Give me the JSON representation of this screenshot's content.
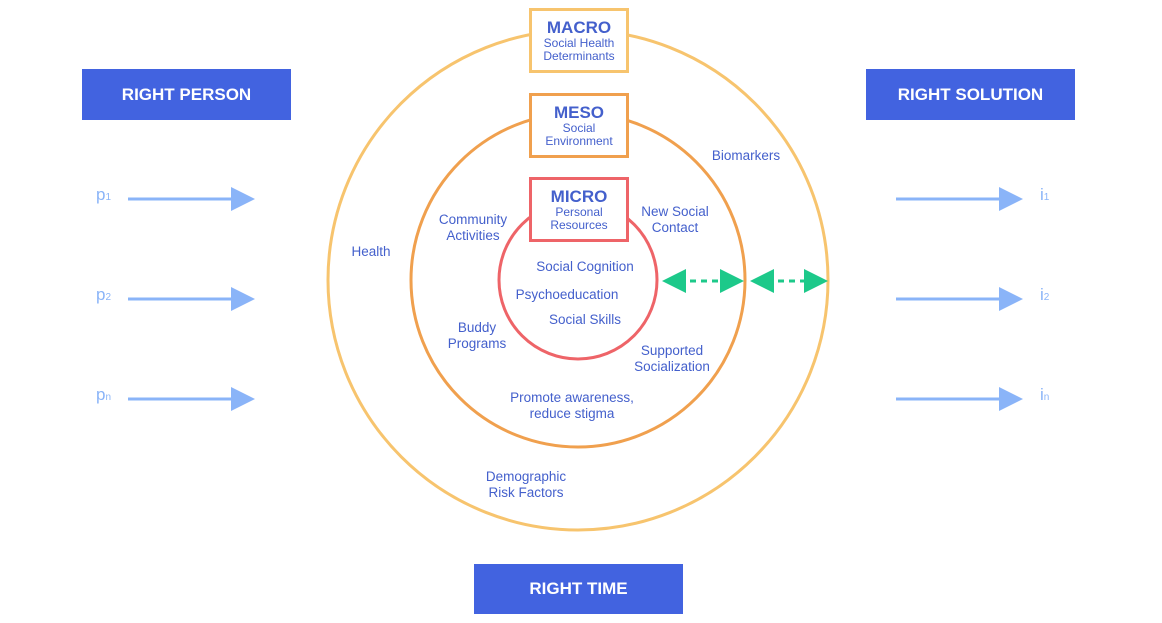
{
  "headers": {
    "right_person": "RIGHT PERSON",
    "right_solution": "RIGHT SOLUTION",
    "right_time": "RIGHT TIME"
  },
  "levels": [
    {
      "title": "MACRO",
      "line1": "Social Health",
      "line2": "Determinants"
    },
    {
      "title": "MESO",
      "line1": "Social",
      "line2": "Environment"
    },
    {
      "title": "MICRO",
      "line1": "Personal",
      "line2": "Resources"
    }
  ],
  "persons": [
    {
      "base": "p",
      "sub": "1"
    },
    {
      "base": "p",
      "sub": "2"
    },
    {
      "base": "p",
      "sub": "n"
    }
  ],
  "solutions": [
    {
      "base": "i",
      "sub": "1"
    },
    {
      "base": "i",
      "sub": "2"
    },
    {
      "base": "i",
      "sub": "n"
    }
  ],
  "labels": {
    "health": "Health",
    "biomarkers": "Biomarkers",
    "demographic_1": "Demographic",
    "demographic_2": "Risk Factors",
    "community_1": "Community",
    "community_2": "Activities",
    "new_social_1": "New Social",
    "new_social_2": "Contact",
    "buddy_1": "Buddy",
    "buddy_2": "Programs",
    "supported_1": "Supported",
    "supported_2": "Socialization",
    "promote_1": "Promote awareness,",
    "promote_2": "reduce stigma",
    "social_cognition": "Social Cognition",
    "psychoeducation": "Psychoeducation",
    "social_skills": "Social Skills"
  },
  "colors": {
    "macro": "#F7C46E",
    "meso": "#F0A04E",
    "micro": "#EE6468",
    "header": "#4263E0",
    "text": "#4460CC",
    "arrow": "#8AB4F8",
    "link": "#1DC98A"
  }
}
